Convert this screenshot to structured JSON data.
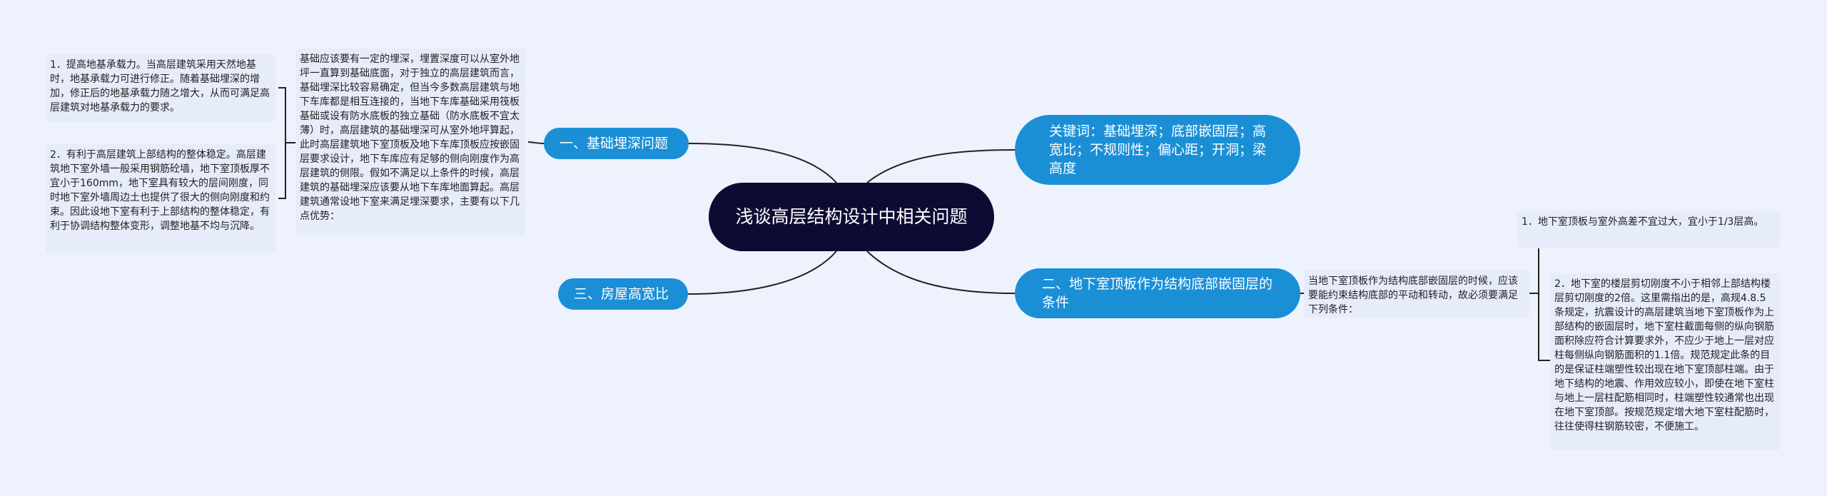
{
  "mindmap": {
    "root": {
      "label": "浅谈高层结构设计中相关问题"
    },
    "keywords": {
      "label": "关键词：基础埋深；底部嵌固层；高宽比；不规则性；偏心距；开洞；梁高度"
    },
    "branch1": {
      "label": "一、基础埋深问题",
      "description": "基础应该要有一定的埋深，埋置深度可以从室外地坪一直算到基础底面，对于独立的高层建筑而言，基础埋深比较容易确定，但当今多数高层建筑与地下车库都是相互连接的，当地下车库基础采用筏板基础或设有防水底板的独立基础（防水底板不宜太薄）时，高层建筑的基础埋深可从室外地坪算起，此时高层建筑地下室顶板及地下车库顶板应按嵌固层要求设计，地下车库应有足够的侧向刚度作为高层建筑的侧限。假如不满足以上条件的时候，高层建筑的基础埋深应该要从地下车库地面算起。高层建筑通常设地下室来满足埋深要求，主要有以下几点优势：",
      "points": [
        "1．提高地基承载力。当高层建筑采用天然地基时，地基承载力可进行修正。随着基础埋深的增加，修正后的地基承载力随之增大，从而可满足高层建筑对地基承载力的要求。",
        "2．有利于高层建筑上部结构的整体稳定。高层建筑地下室外墙一般采用钢筋砼墙，地下室顶板厚不宜小于160mm，地下室具有较大的层间刚度，同时地下室外墙周边土也提供了很大的侧向刚度和约束。因此设地下室有利于上部结构的整体稳定，有利于协调结构整体变形，调整地基不均与沉降。"
      ]
    },
    "branch2": {
      "label": "二、地下室顶板作为结构底部嵌固层的条件",
      "description": "当地下室顶板作为结构底部嵌固层的时候，应该要能约束结构底部的平动和转动，故必须要满足下列条件：",
      "points": [
        "1．地下室顶板与室外高差不宜过大，宜小于1/3层高。",
        "2．地下室的楼层剪切刚度不小于相邻上部结构楼层剪切刚度的2倍。这里需指出的是，高规4.8.5条规定，抗震设计的高层建筑当地下室顶板作为上部结构的嵌固层时，地下室柱截面每侧的纵向钢筋面积除应符合计算要求外，不应少于地上一层对应柱每侧纵向钢筋面积的1.1倍。规范规定此条的目的是保证柱端塑性较出现在地下室顶部柱端。由于地下结构的地震、作用效应较小，即使在地下室柱与地上一层柱配筋相同时，柱端塑性较通常也出现在地下室顶部。按规范规定增大地下室柱配筋时，往往使得柱钢筋较密，不便施工。"
      ]
    },
    "branch3": {
      "label": "三、房屋高宽比"
    },
    "colors": {
      "background": "#eef2fd",
      "root": "#0e0b33",
      "branch": "#1b8fd6",
      "note": "#e7ecfb",
      "link": "#222222"
    }
  }
}
